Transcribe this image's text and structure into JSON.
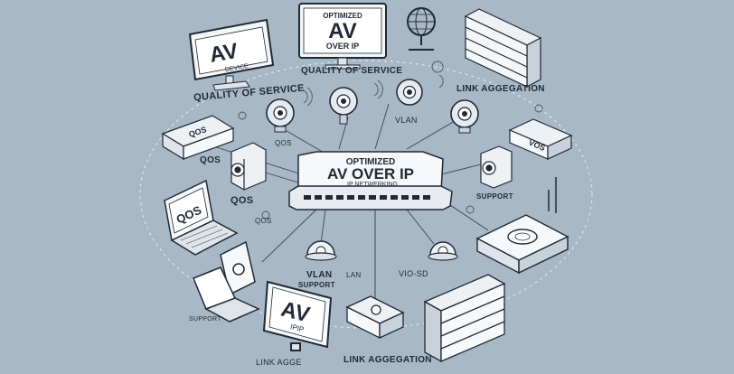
{
  "diagram": {
    "monitor_top_left_text": "AV",
    "monitor_top_left_sub": "DEVICE",
    "monitor_top_center_line1": "OPTIMIZED",
    "monitor_top_center_line2": "AV",
    "monitor_top_center_line3": "OVER IP",
    "switch_line1": "OPTIMIZED",
    "switch_line2": "AV OVER IP",
    "switch_line3": "IP NETWERKING",
    "device_left_qos": "QOS",
    "device_right_vos": "VOS",
    "laptop_screen": "QOS",
    "monitor_bottom_text": "AV",
    "monitor_bottom_sub": "IPIP",
    "labels": {
      "quality_left": "QUALITY OF SERVICE",
      "quality_center": "QUALITY OF SERVICE",
      "link_aggegation_top": "LINK AGGEGATION",
      "vlan_top": "VLAN",
      "qos_small": "QOS",
      "qos_left": "QOS",
      "qos_mid": "QOS",
      "qos_lower": "QOS",
      "support_right": "SUPPORT",
      "vlan_support_line1": "VLAN",
      "vlan_support_line2": "SUPPORT",
      "lan": "LAN",
      "video": "VIO-SD",
      "support_left": "SUPPORT",
      "link_agg_bottom_left": "LINK AGGE",
      "link_aggregation_bottom": "LINK AGGEGATION"
    }
  }
}
